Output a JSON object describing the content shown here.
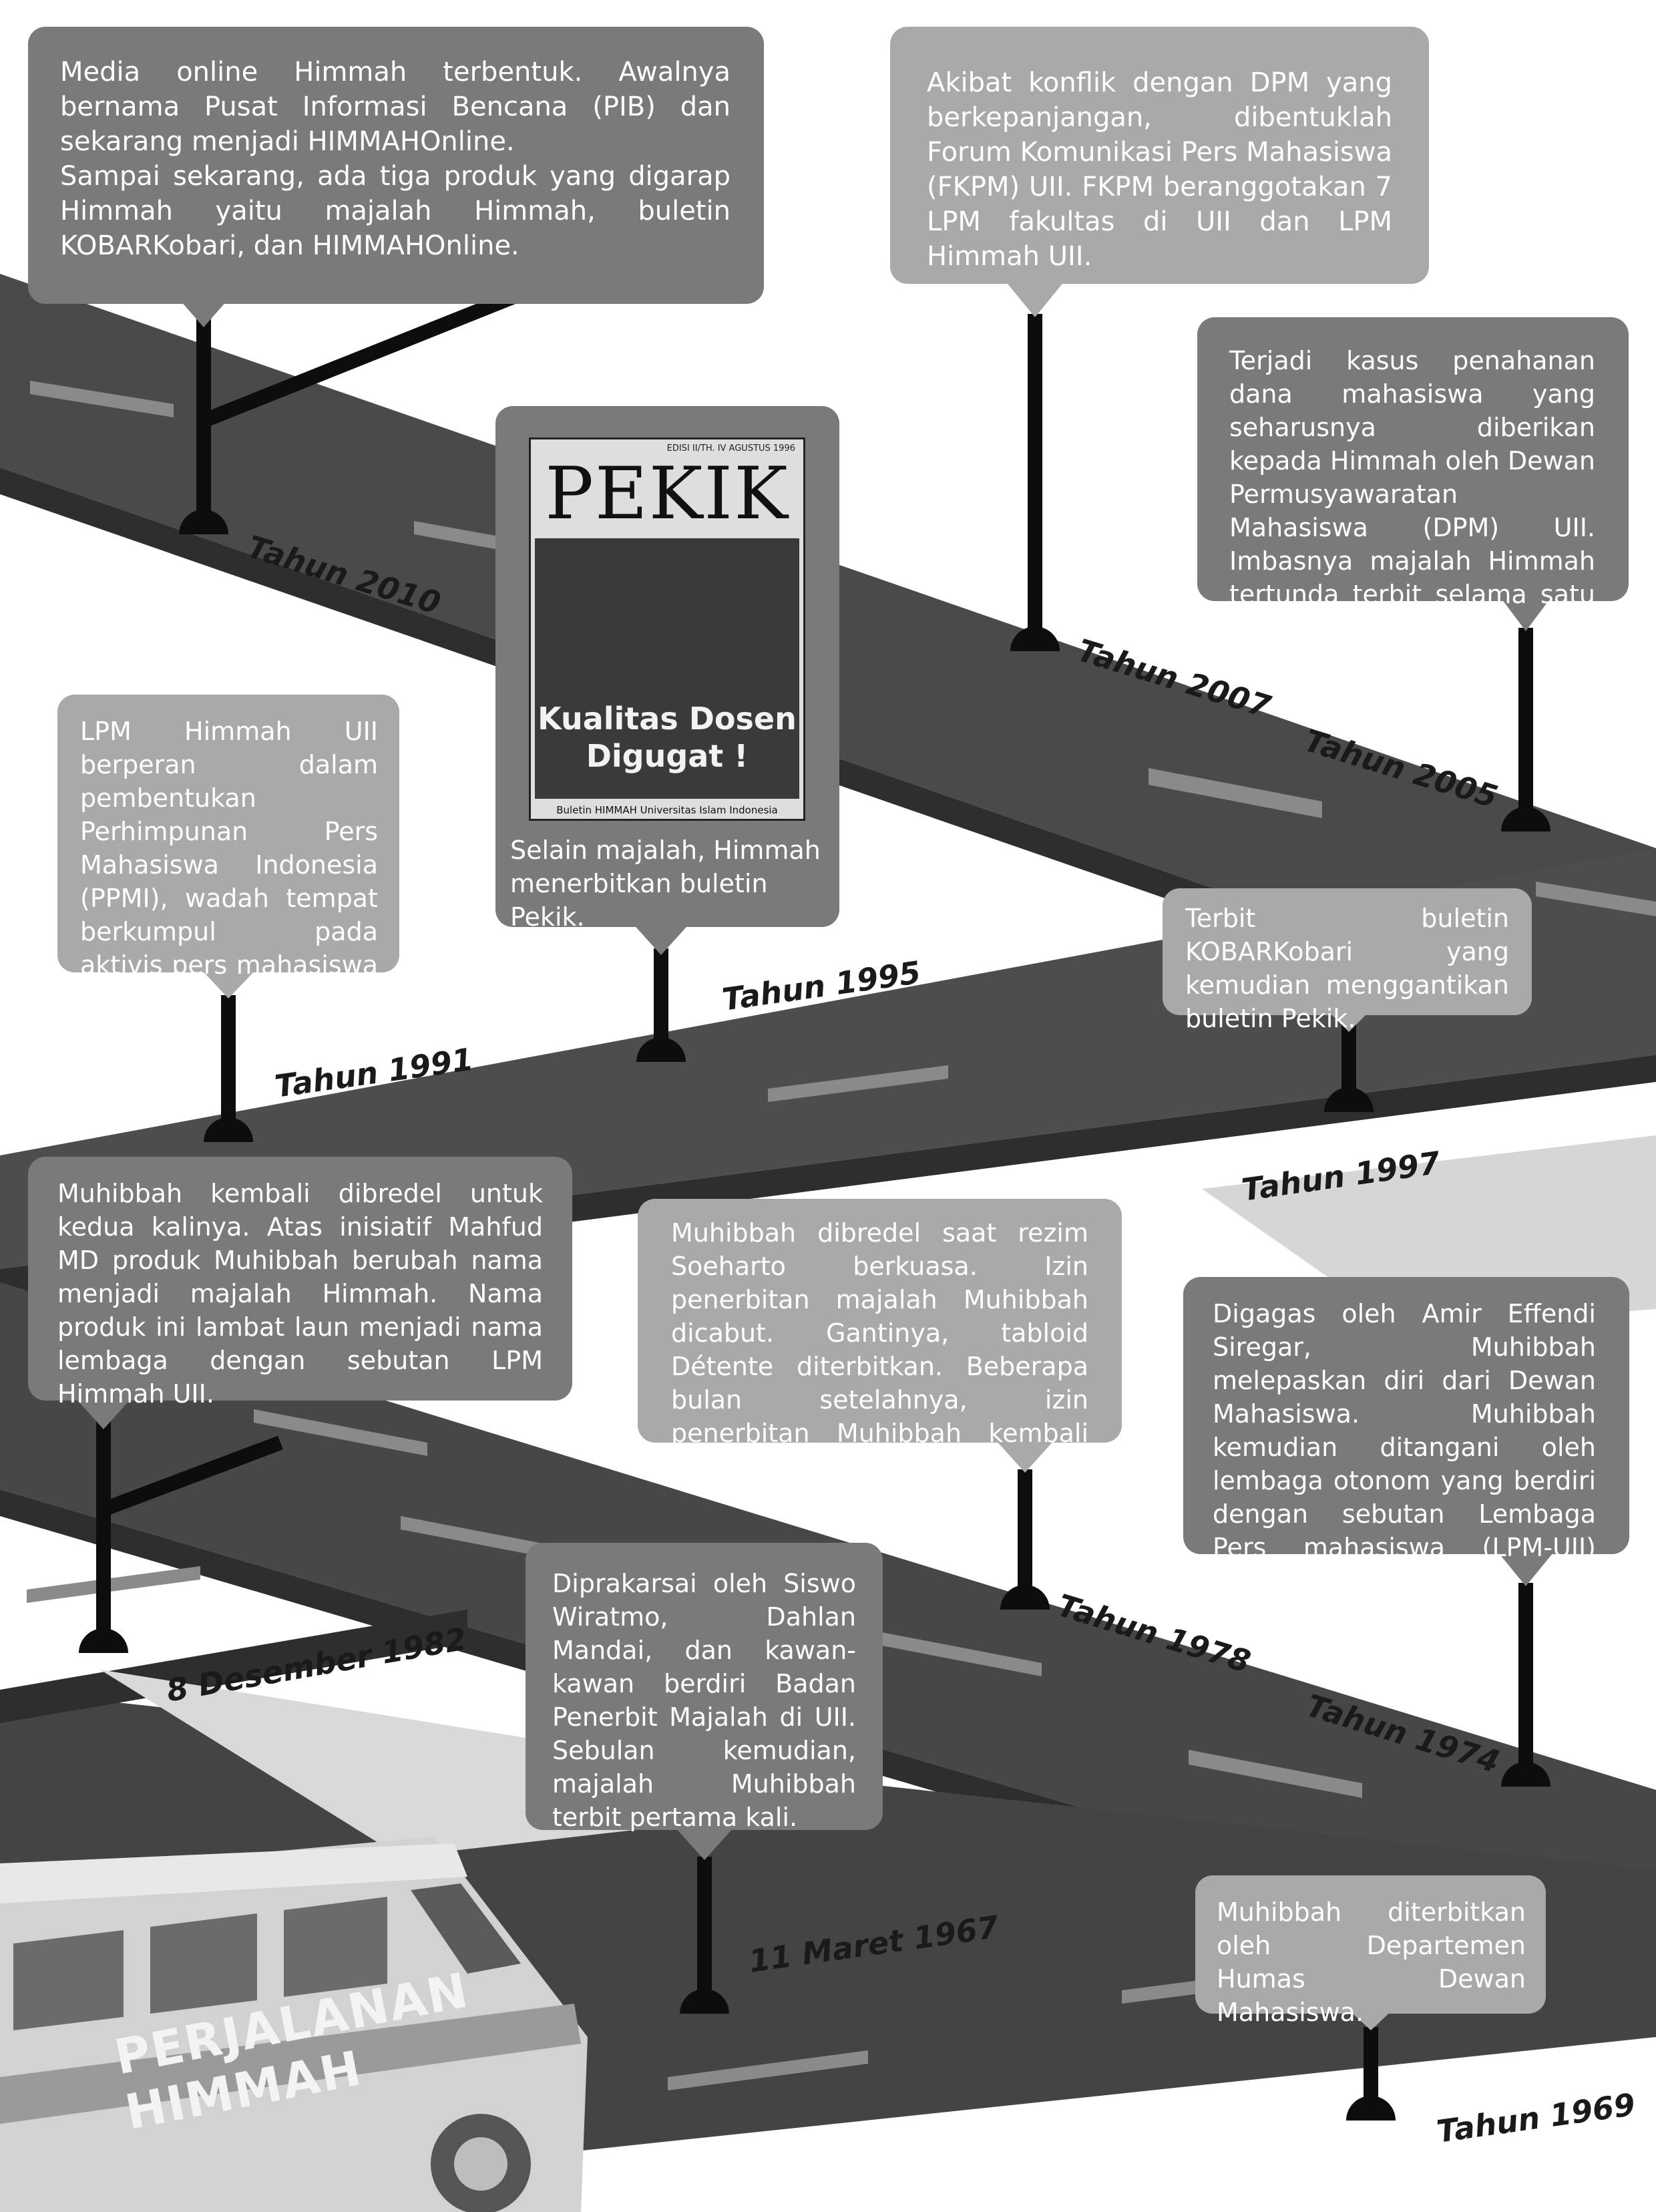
{
  "title": {
    "line1": "PERJALANAN",
    "line2": "HIMMAH"
  },
  "colors": {
    "road": "#4a4a4a",
    "road_side": "#2e2e2e",
    "stripe": "#8a8a8a",
    "pin": "#0d0d0d",
    "card_dark": "#7a7a7a",
    "card_light": "#a9a9a9"
  },
  "milestones": [
    {
      "year": "Tahun 2010",
      "text": [
        "Media online Himmah terbentuk. Awalnya bernama Pusat Informasi Bencana (PIB) dan sekarang menjadi HIMMAHOnline.",
        "Sampai sekarang, ada tiga produk yang digarap Himmah yaitu majalah Himmah, buletin KOBARKobari, dan HIMMAHOnline."
      ]
    },
    {
      "year": "Tahun 2007",
      "text": [
        "Akibat konflik dengan DPM yang berkepanjangan, dibentuklah Forum Komunikasi Pers Mahasiswa (FKPM) UII. FKPM beranggotakan 7 LPM fakultas di UII dan LPM Himmah UII."
      ]
    },
    {
      "year": "Tahun 2005",
      "text": [
        "Terjadi kasus penahanan dana mahasiswa yang seharusnya diberikan kepada Himmah oleh Dewan Permusyawaratan Mahasiswa (DPM) UII. Imbasnya majalah Himmah tertunda terbit selama satu periode."
      ]
    },
    {
      "year": "Tahun 1995",
      "text": [
        "Selain majalah, Himmah menerbitkan buletin Pekik."
      ]
    },
    {
      "year": "Tahun 1991",
      "text": [
        "LPM Himmah UII berperan dalam pembentukan Perhimpunan Pers Mahasiswa Indonesia (PPMI), wadah tempat berkumpul pada aktivis pers mahasiswa nasional."
      ]
    },
    {
      "year": "Tahun 1997",
      "text": [
        "Terbit buletin KOBARKobari yang kemudian menggantikan buletin Pekik."
      ]
    },
    {
      "year": "8 Desember 1982",
      "text": [
        "Muhibbah kembali dibredel untuk kedua kalinya. Atas inisiatif Mahfud MD produk Muhibbah berubah nama menjadi majalah Himmah. Nama produk ini lambat laun menjadi nama lembaga dengan sebutan LPM Himmah UII."
      ]
    },
    {
      "year": "Tahun 1978",
      "text": [
        "Muhibbah dibredel saat rezim Soeharto berkuasa. Izin penerbitan majalah Muhibbah dicabut. Gantinya, tabloid Détente diterbitkan. Beberapa bulan setelahnya, izin penerbitan Muhibbah kembali cair."
      ]
    },
    {
      "year": "Tahun 1974",
      "text": [
        "Digagas oleh Amir Effendi Siregar, Muhibbah melepaskan diri dari Dewan Mahasiswa. Muhibbah kemudian ditangani oleh lembaga otonom yang berdiri dengan sebutan Lembaga Pers mahasiswa (LPM-UII) Muhibbah."
      ]
    },
    {
      "year": "11 Maret 1967",
      "text": [
        "Diprakarsai oleh Siswo Wiratmo, Dahlan Mandai, dan kawan-kawan berdiri Badan Penerbit Majalah di UII. Sebulan kemudian, majalah Muhibbah terbit pertama kali."
      ]
    },
    {
      "year": "Tahun 1969",
      "text": [
        "Muhibbah diterbitkan oleh Departemen Humas Dewan Mahasiswa."
      ]
    }
  ],
  "pekik_cover": {
    "edition": "EDISI II/TH. IV AGUSTUS 1996",
    "masthead": "PEKIK",
    "headline": "Kualitas Dosen Digugat !",
    "footer": "Buletin HIMMAH Universitas Islam Indonesia"
  }
}
